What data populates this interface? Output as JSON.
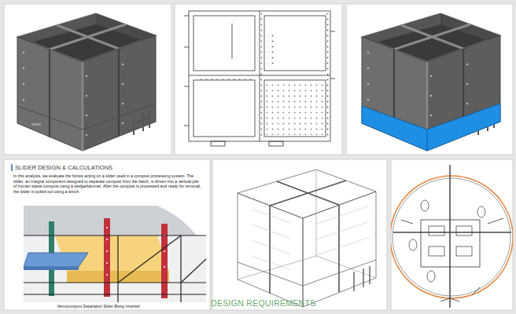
{
  "diagram": {
    "nodes": [
      {
        "text": [
          "SLIDER DESIGN & CALCULATIONS",
          "In this analysis, we evaluate the forces acting on a slider used in a compost processing system. The slider, an integral component designed to separate compost from the batch, is driven into a vertical pile of human waste compost using a sledgehammer. After the compost is processed and ready for removal, the slider is pulled out using a winch.",
          "Vermicompost Separation Slider Being Inserted"
        ]
      }
    ],
    "labels": [
      "DESIGN REQUIREMENTS"
    ]
  }
}
